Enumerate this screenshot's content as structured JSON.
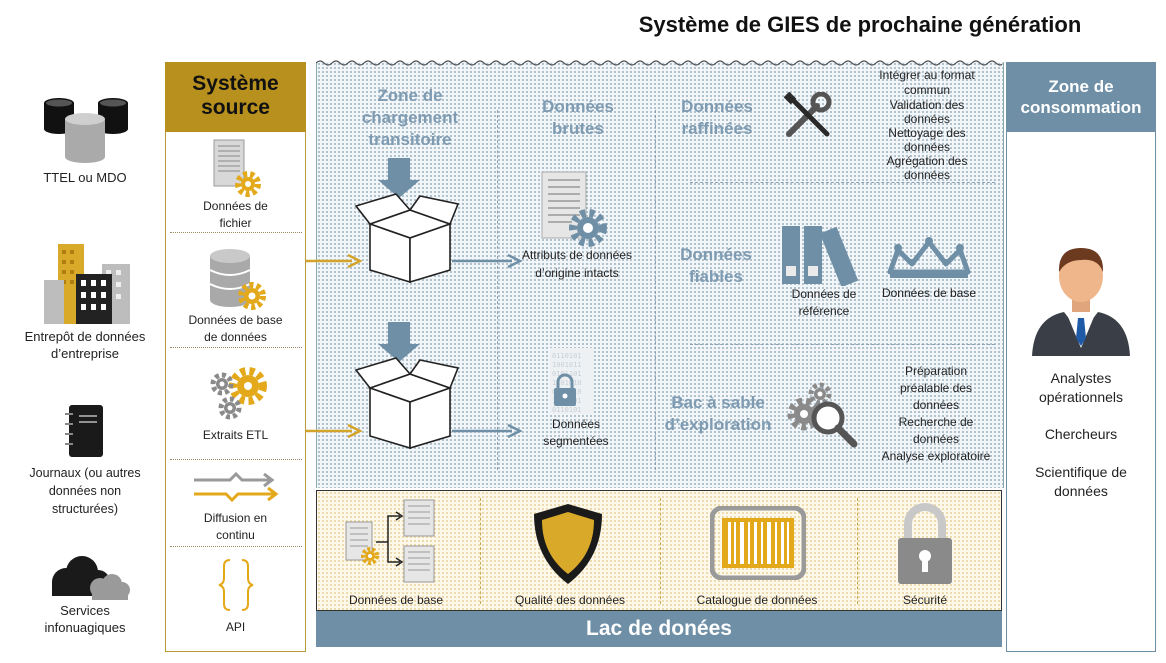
{
  "title": "Système de GIES de prochaine génération",
  "sources_left": [
    {
      "label": "TTEL ou MDO",
      "icon": "database-cylinders-icon"
    },
    {
      "label": "Entrepôt de données d’entreprise",
      "icon": "buildings-icon"
    },
    {
      "label": "Journaux (ou autres données non structurées)",
      "icon": "notebook-icon"
    },
    {
      "label": "Services infonuagiques",
      "icon": "cloud-icon"
    }
  ],
  "source_system": {
    "header": "Système source",
    "items": [
      {
        "label": "Données de fichier",
        "icon": "file-gear-icon"
      },
      {
        "label": "Données de base de données",
        "icon": "database-gear-icon"
      },
      {
        "label": "Extraits ETL",
        "icon": "gears-icon"
      },
      {
        "label": "Diffusion en continu",
        "icon": "streaming-arrows-icon"
      },
      {
        "label": "API",
        "icon": "curly-braces-icon"
      }
    ]
  },
  "staging": {
    "header": "Zone de chargement transitoire"
  },
  "raw": {
    "header": "Données brutes",
    "items": [
      "Attributs de données d’origine intacts",
      "Données segmentées"
    ]
  },
  "refined": {
    "header": "Données raffinées",
    "tasks": [
      "Intégrer au format commun",
      "Validation des données",
      "Nettoyage des données",
      "Agrégation des données"
    ]
  },
  "trusted": {
    "header": "Données fiables",
    "items": [
      "Données de référence",
      "Données de base"
    ]
  },
  "sandbox": {
    "header": "Bac à sable d’exploration",
    "tasks": [
      "Préparation préalable des données",
      "Recherche de données",
      "Analyse exploratoire"
    ]
  },
  "governance": [
    "Données de base",
    "Qualité des données",
    "Catalogue de données",
    "Sécurité"
  ],
  "lake_label": "Lac de donées",
  "consumption": {
    "header": "Zone de consommation",
    "users": [
      "Analystes opérationnels",
      "Chercheurs",
      "Scientifique de données"
    ]
  },
  "colors": {
    "gold": "#b8901e",
    "blue": "#6e8fa6",
    "blue_text": "#7e9bb2",
    "gray_icon": "#8a8a8a"
  }
}
